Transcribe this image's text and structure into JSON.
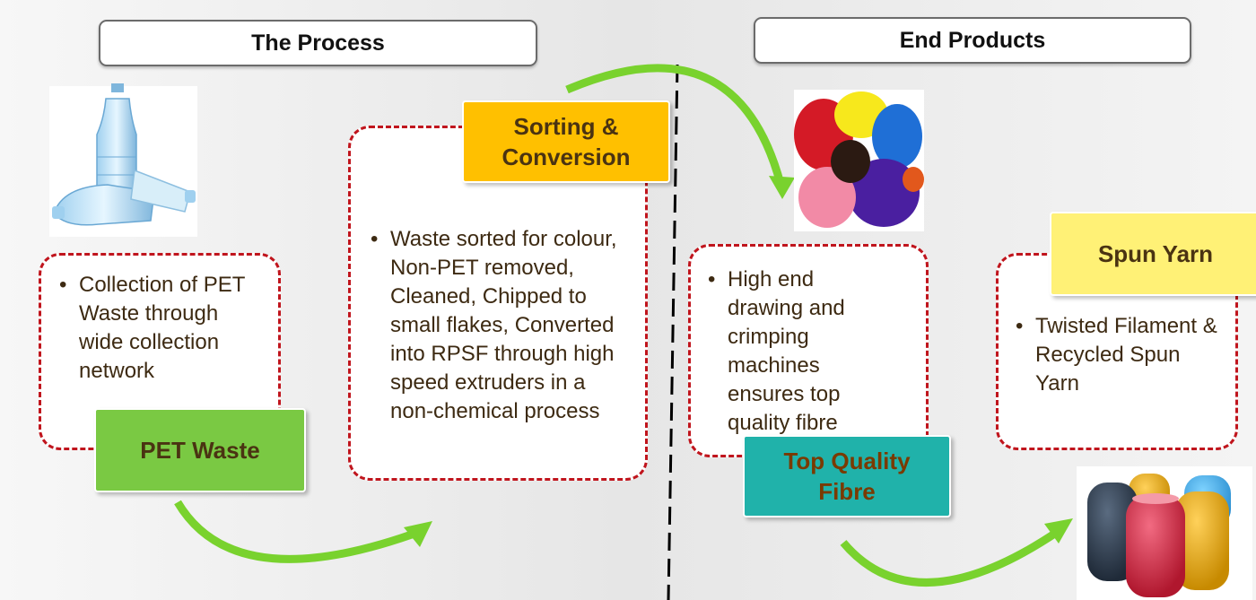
{
  "headers": {
    "process": "The Process",
    "end_products": "End Products"
  },
  "steps": {
    "pet_waste": {
      "label": "PET Waste",
      "bullet": "Collection of PET Waste through wide collection network",
      "color": "#7ac943"
    },
    "sorting": {
      "label": "Sorting & Conversion",
      "bullet": "Waste sorted for colour, Non-PET removed, Cleaned, Chipped to small flakes, Converted into RPSF through high speed extruders in a non-chemical process",
      "color": "#ffc000"
    },
    "fibre": {
      "label": "Top Quality Fibre",
      "bullet": "High end drawing and crimping machines ensures top quality fibre",
      "color": "#20b2aa"
    },
    "yarn": {
      "label": "Spun Yarn",
      "bullet": "Twisted Filament & Recycled Spun Yarn",
      "color": "#fff176"
    }
  },
  "images": {
    "bottles": "pet-bottles-image",
    "fibre": "colored-fibre-image",
    "yarn": "yarn-cones-image"
  },
  "colors": {
    "arrow": "#79d22e",
    "dashed_border": "#c0151d",
    "divider": "#000000",
    "label_text_dark": "#4a3312",
    "label_text_fibre": "#7a3a00"
  }
}
